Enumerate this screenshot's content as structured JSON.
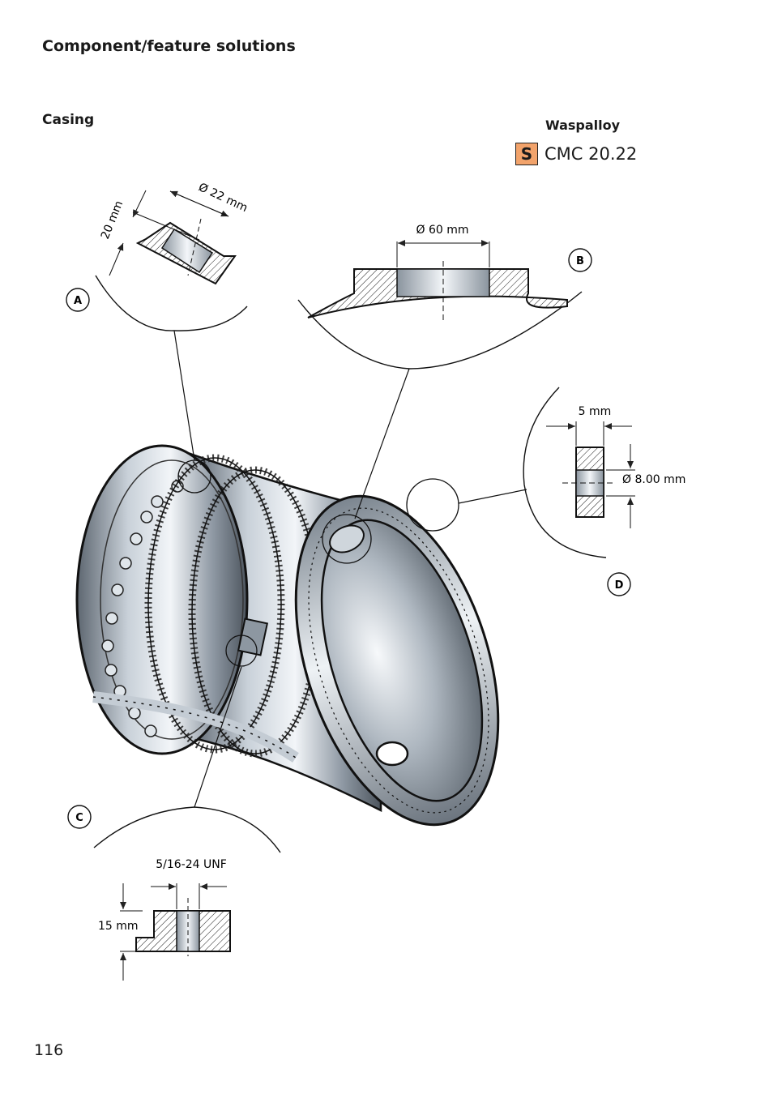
{
  "page": {
    "heading": "Component/feature solutions",
    "section": "Casing",
    "material": "Waspalloy",
    "spec_badge": "S",
    "spec_grade": "CMC 20.22",
    "page_number": "116"
  },
  "details": {
    "a": {
      "label": "A",
      "diameter": "Ø 22 mm",
      "height": "20 mm"
    },
    "b": {
      "label": "B",
      "diameter": "Ø 60 mm"
    },
    "c": {
      "label": "C",
      "thread": "5/16-24 UNF",
      "height": "15 mm"
    },
    "d": {
      "label": "D",
      "width": "5 mm",
      "diameter": "Ø 8.00 mm"
    }
  },
  "colors": {
    "badge": "#f2a36b",
    "steel_light": "#e6ebf0",
    "steel_dark": "#5d6670"
  }
}
